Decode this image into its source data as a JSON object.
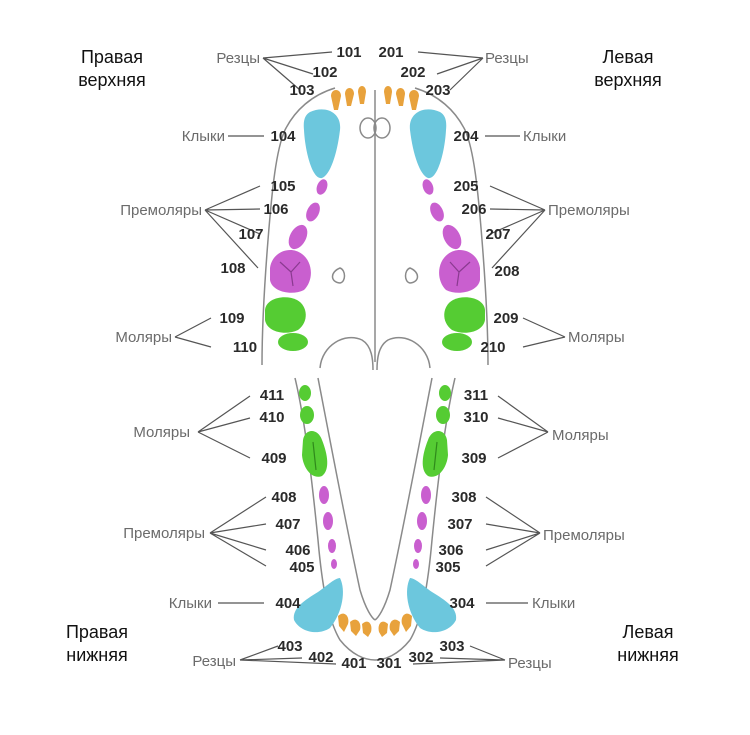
{
  "colors": {
    "incisor": "#e8a23c",
    "canine": "#6cc7dd",
    "premolar": "#c95fcf",
    "molar": "#55cc33",
    "outline": "#8a8a8a",
    "tooth_number": "#2a2a2a",
    "group_label": "#6b6b6b"
  },
  "quadrants": {
    "upper_right": [
      "Правая",
      "верхняя"
    ],
    "upper_left": [
      "Левая",
      "верхняя"
    ],
    "lower_right": [
      "Правая",
      "нижняя"
    ],
    "lower_left": [
      "Левая",
      "нижняя"
    ]
  },
  "groups": {
    "incisors": "Резцы",
    "canines": "Клыки",
    "premolars": "Премоляры",
    "molars": "Моляры"
  },
  "teeth": {
    "upper_right": {
      "incisors": [
        "101",
        "102",
        "103"
      ],
      "canine": "104",
      "premolars": [
        "105",
        "106",
        "107",
        "108"
      ],
      "molars": [
        "109",
        "110"
      ]
    },
    "upper_left": {
      "incisors": [
        "201",
        "202",
        "203"
      ],
      "canine": "204",
      "premolars": [
        "205",
        "206",
        "207",
        "208"
      ],
      "molars": [
        "209",
        "210"
      ]
    },
    "lower_left": {
      "molars": [
        "311",
        "310",
        "309"
      ],
      "premolars": [
        "308",
        "307",
        "306",
        "305"
      ],
      "canine": "304",
      "incisors": [
        "303",
        "302",
        "301"
      ]
    },
    "lower_right": {
      "molars": [
        "411",
        "410",
        "409"
      ],
      "premolars": [
        "408",
        "407",
        "406",
        "405"
      ],
      "canine": "404",
      "incisors": [
        "403",
        "402",
        "401"
      ]
    }
  }
}
